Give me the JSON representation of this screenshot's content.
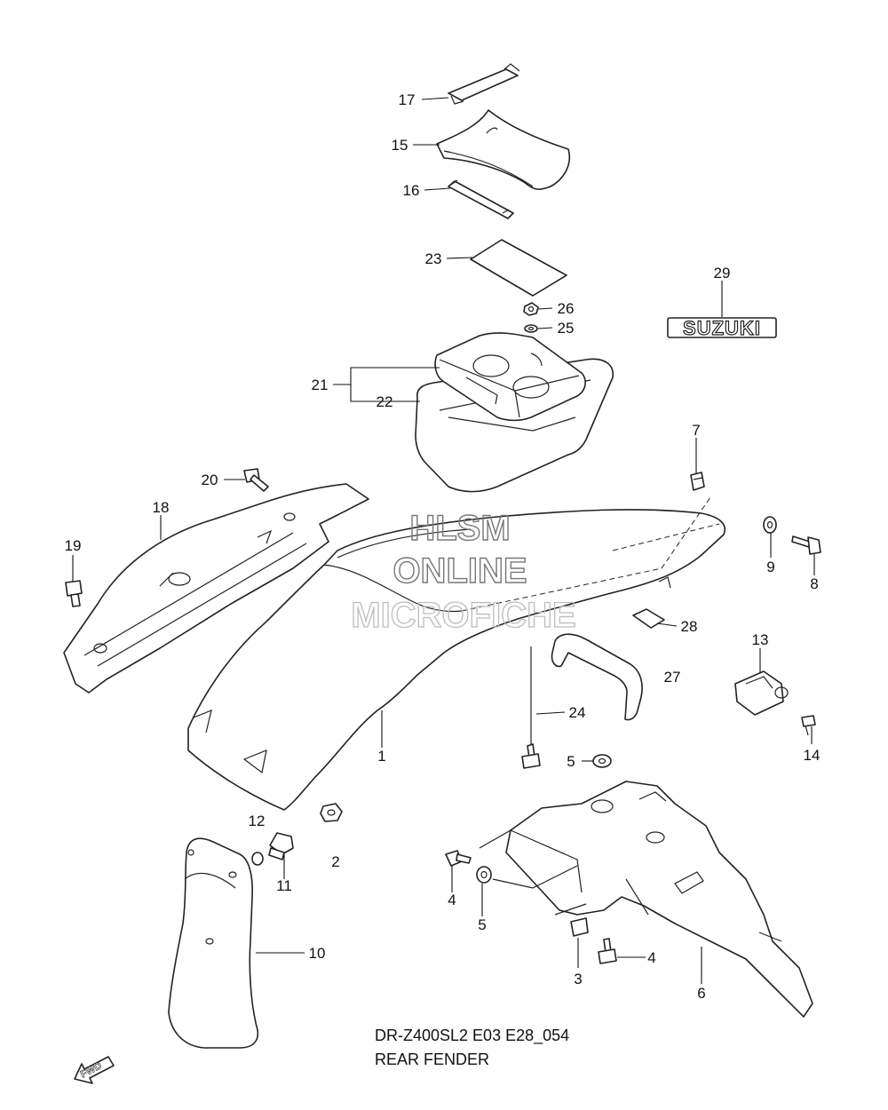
{
  "diagram": {
    "model_code": "DR-Z400SL2 E03 E28_054",
    "section_title": "REAR FENDER",
    "brand_label": "SUZUKI",
    "direction_label": "FWD",
    "watermark": [
      "HLSM",
      "ONLINE",
      "MICROFICHE"
    ],
    "callouts": [
      {
        "id": "17",
        "label": "17"
      },
      {
        "id": "15",
        "label": "15"
      },
      {
        "id": "16",
        "label": "16"
      },
      {
        "id": "23",
        "label": "23"
      },
      {
        "id": "26",
        "label": "26"
      },
      {
        "id": "25",
        "label": "25"
      },
      {
        "id": "21",
        "label": "21"
      },
      {
        "id": "22",
        "label": "22"
      },
      {
        "id": "29",
        "label": "29"
      },
      {
        "id": "7",
        "label": "7"
      },
      {
        "id": "20",
        "label": "20"
      },
      {
        "id": "18",
        "label": "18"
      },
      {
        "id": "19",
        "label": "19"
      },
      {
        "id": "9",
        "label": "9"
      },
      {
        "id": "8",
        "label": "8"
      },
      {
        "id": "28",
        "label": "28"
      },
      {
        "id": "13",
        "label": "13"
      },
      {
        "id": "27",
        "label": "27"
      },
      {
        "id": "24",
        "label": "24"
      },
      {
        "id": "1",
        "label": "1"
      },
      {
        "id": "14",
        "label": "14"
      },
      {
        "id": "5a",
        "label": "5"
      },
      {
        "id": "12",
        "label": "12"
      },
      {
        "id": "2",
        "label": "2"
      },
      {
        "id": "11",
        "label": "11"
      },
      {
        "id": "4a",
        "label": "4"
      },
      {
        "id": "5b",
        "label": "5"
      },
      {
        "id": "10",
        "label": "10"
      },
      {
        "id": "4b",
        "label": "4"
      },
      {
        "id": "3",
        "label": "3"
      },
      {
        "id": "6",
        "label": "6"
      }
    ]
  }
}
